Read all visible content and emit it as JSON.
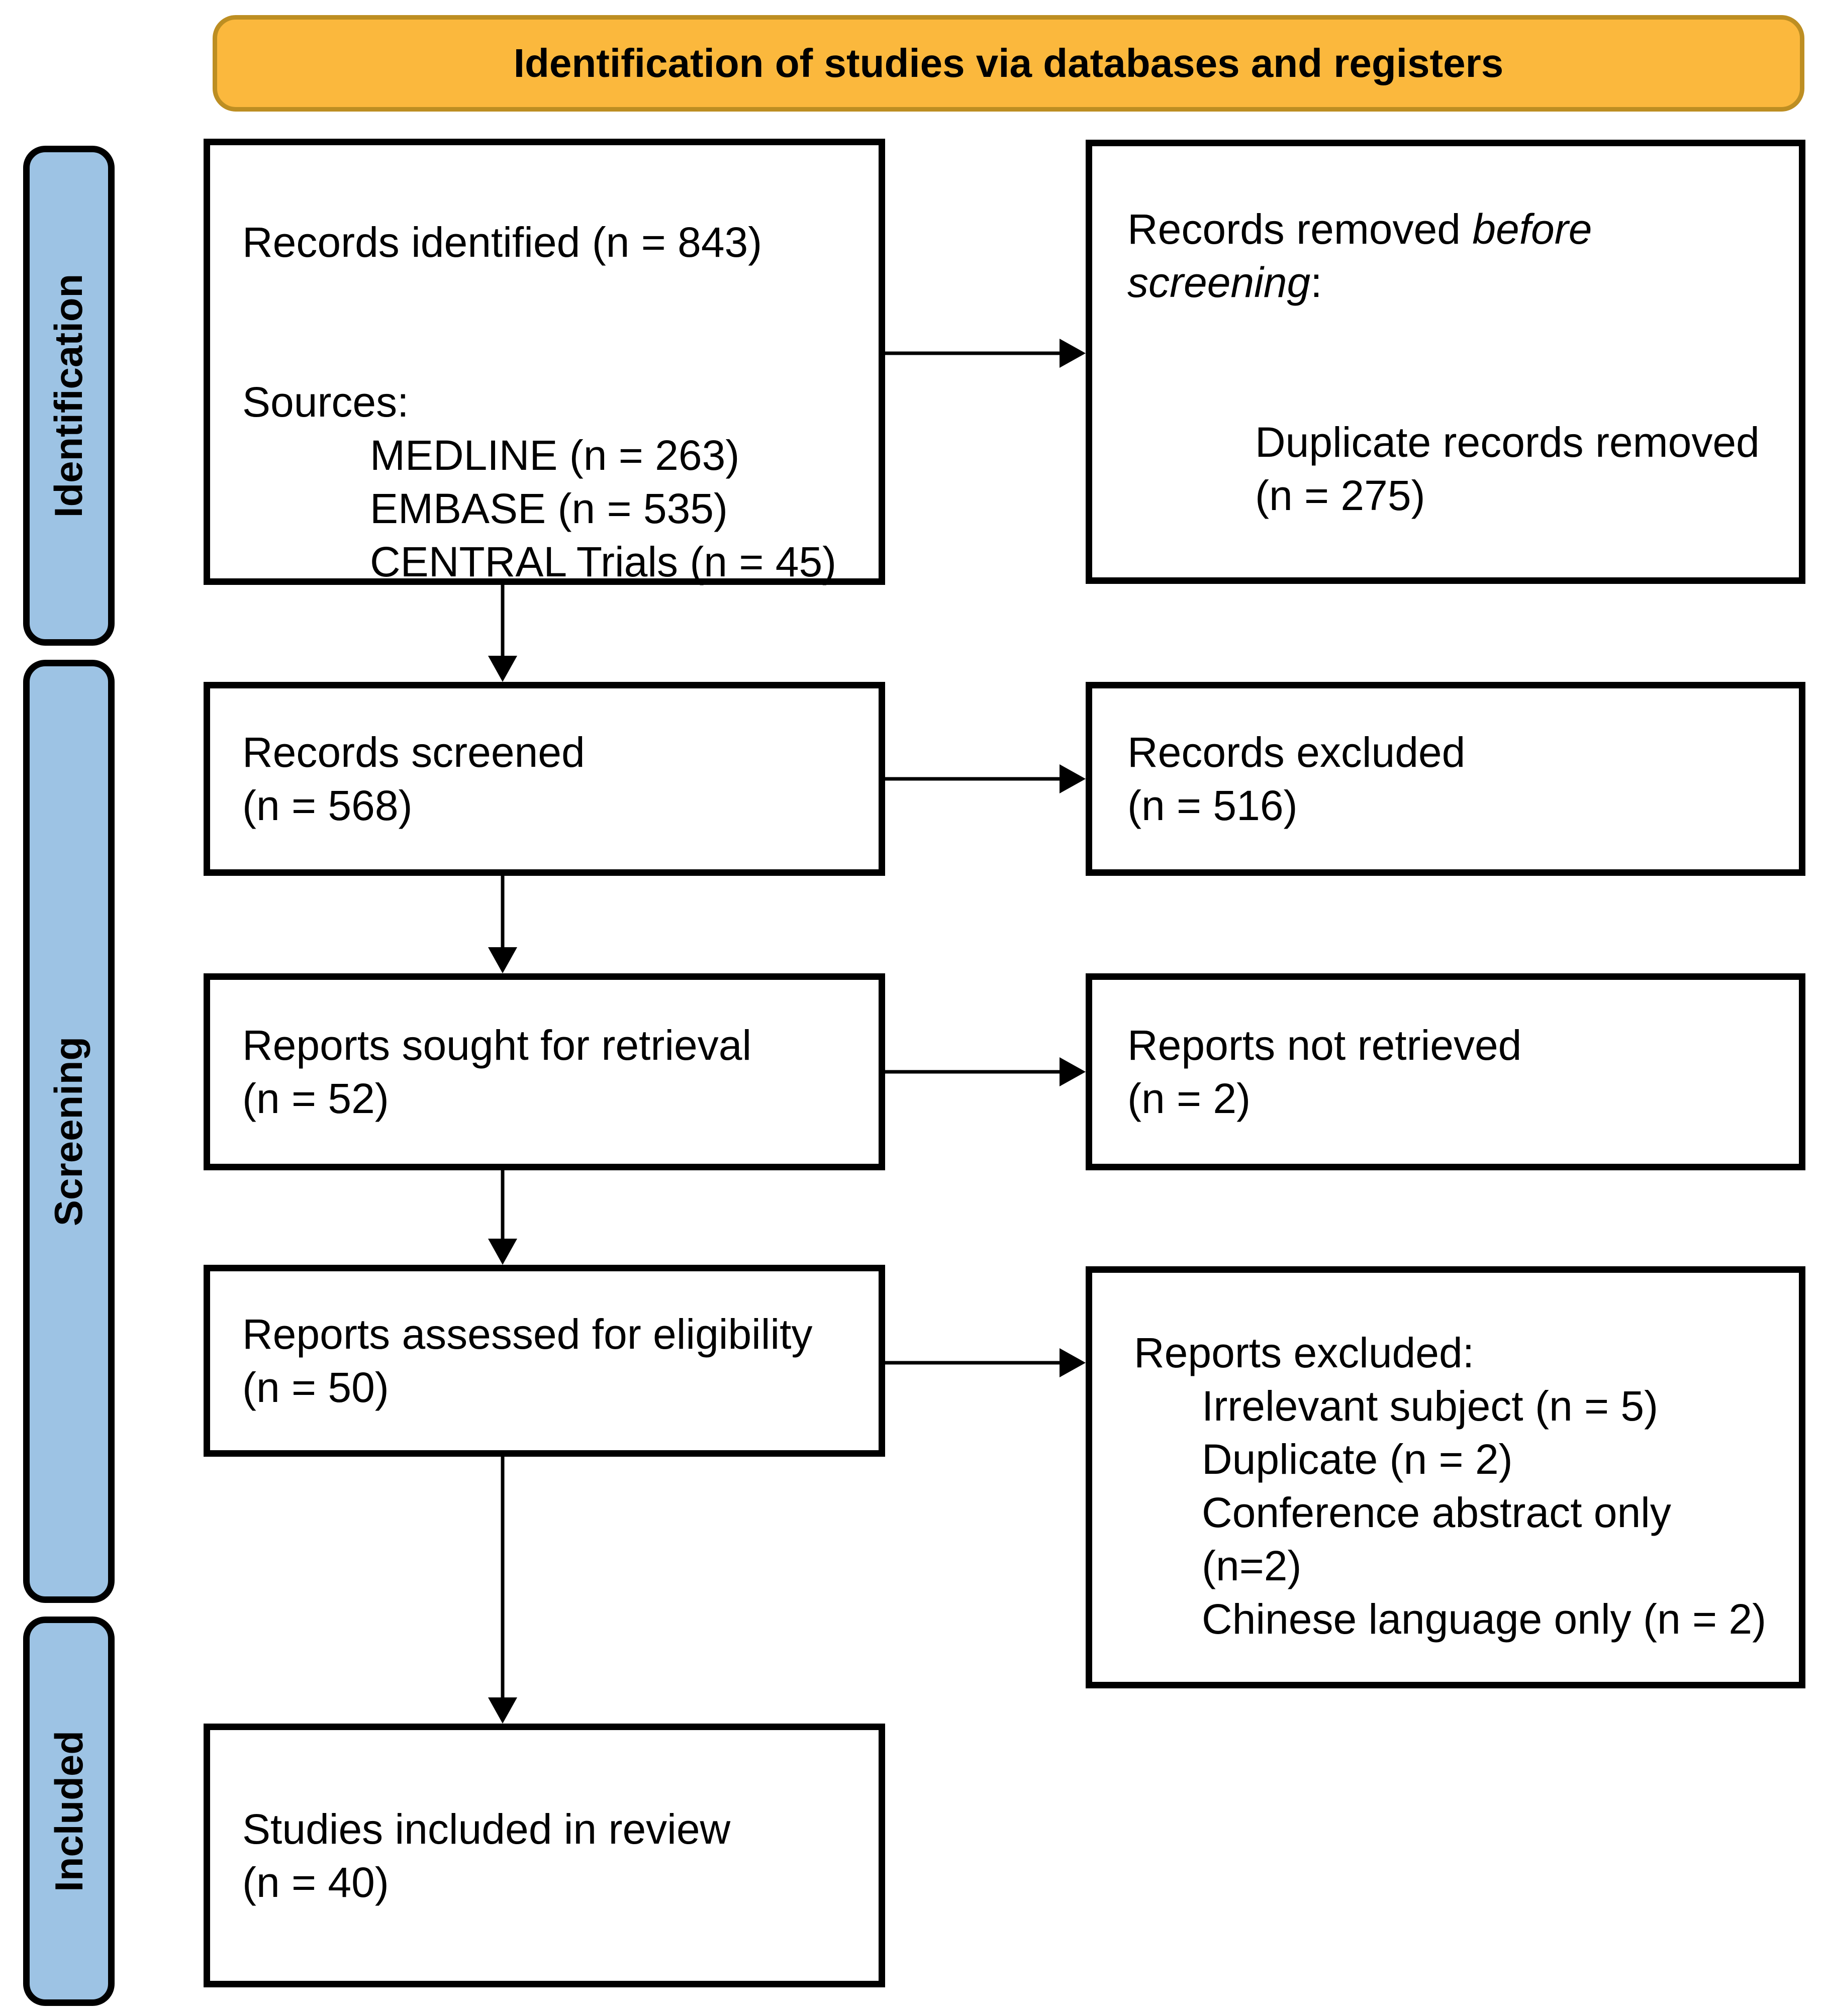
{
  "banner": {
    "title": "Identification of studies via databases and registers",
    "fill_color": "#FBB83D",
    "border_color": "#BD8E22"
  },
  "sidebar": {
    "fill_color": "#9DC3E4",
    "items": [
      {
        "label": "Identification"
      },
      {
        "label": "Screening"
      },
      {
        "label": "Included"
      }
    ]
  },
  "flow": {
    "identified": {
      "line1": "Records identified (n = 843)",
      "sources_label": "Sources:",
      "sources": [
        "MEDLINE (n = 263)",
        "EMBASE (n = 535)",
        "CENTRAL Trials (n = 45)"
      ]
    },
    "removed": {
      "prefix": "Records removed ",
      "italic": "before screening",
      "suffix": ":",
      "detail_line1": "Duplicate records removed",
      "detail_line2": "(n = 275)"
    },
    "screened": {
      "line1": "Records screened",
      "line2": "(n = 568)"
    },
    "excluded": {
      "line1": "Records excluded",
      "line2": "(n = 516)"
    },
    "sought": {
      "line1": "Reports sought for retrieval",
      "line2": "(n = 52)"
    },
    "not_retrieved": {
      "line1": "Reports not retrieved",
      "line2": "(n = 2)"
    },
    "assessed": {
      "line1": "Reports assessed for eligibility",
      "line2": "(n = 50)"
    },
    "reports_excluded": {
      "title": "Reports excluded:",
      "reasons": [
        "Irrelevant subject (n = 5)",
        "Duplicate (n = 2)",
        "Conference abstract only (n=2)",
        "Chinese language only (n = 2)"
      ]
    },
    "included_box": {
      "line1": "Studies included in review",
      "line2": "(n = 40)"
    }
  }
}
